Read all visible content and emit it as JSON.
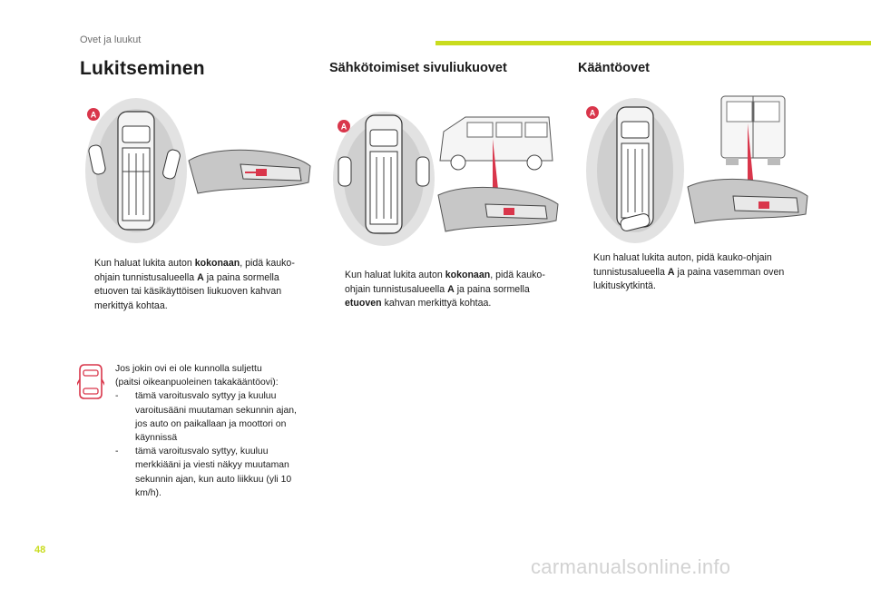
{
  "header": {
    "section": "Ovet ja luukut"
  },
  "page_number": "48",
  "watermark": "carmanualsonline.info",
  "columns": [
    {
      "title": "Lukitseminen",
      "figure_label": "A",
      "paragraph": {
        "bullet": "",
        "pre": "Kun haluat lukita auton ",
        "bold1": "kokonaan",
        "mid": ", pidä kauko-ohjain tunnistusalueella ",
        "bold2": "A",
        "post": " ja paina sormella etuoven tai käsikäyttöisen liukuoven kahvan merkittyä kohtaa."
      }
    },
    {
      "title": "Sähkötoimiset sivuliukuovet",
      "figure_label": "A",
      "paragraph": {
        "bullet": "",
        "pre": "Kun haluat lukita auton ",
        "bold1": "kokonaan",
        "mid": ", pidä kauko-ohjain tunnistusalueella ",
        "bold2": "A",
        "mid2": " ja paina sormella ",
        "bold3": "etuoven",
        "post": " kahvan merkittyä kohtaa."
      }
    },
    {
      "title": "Kääntöovet",
      "figure_label": "A",
      "paragraph": {
        "bullet": "",
        "pre": "Kun haluat lukita auton, pidä kauko-ohjain tunnistusalueella ",
        "bold2": "A",
        "post": " ja paina vasemman oven lukituskytkintä."
      }
    }
  ],
  "warning": {
    "icon": "open-door-car-icon",
    "line1": "Jos jokin ovi ei ole kunnolla suljettu",
    "line2": "(paitsi oikeanpuoleinen takakääntöovi):",
    "items": [
      {
        "dash": "-",
        "text": "tämä varoitusvalo syttyy ja kuuluu varoitusääni muutaman sekunnin ajan, jos auto on paikallaan ja moottori on käynnissä"
      },
      {
        "dash": "-",
        "text": "tämä varoitusvalo syttyy, kuuluu merkkiääni ja viesti näkyy muutaman sekunnin ajan, kun auto liikkuu (yli 10 km/h)."
      }
    ]
  },
  "colors": {
    "accent": "#c9dc1e",
    "marker": "#d9364b",
    "zone": "#d8d8d8"
  }
}
